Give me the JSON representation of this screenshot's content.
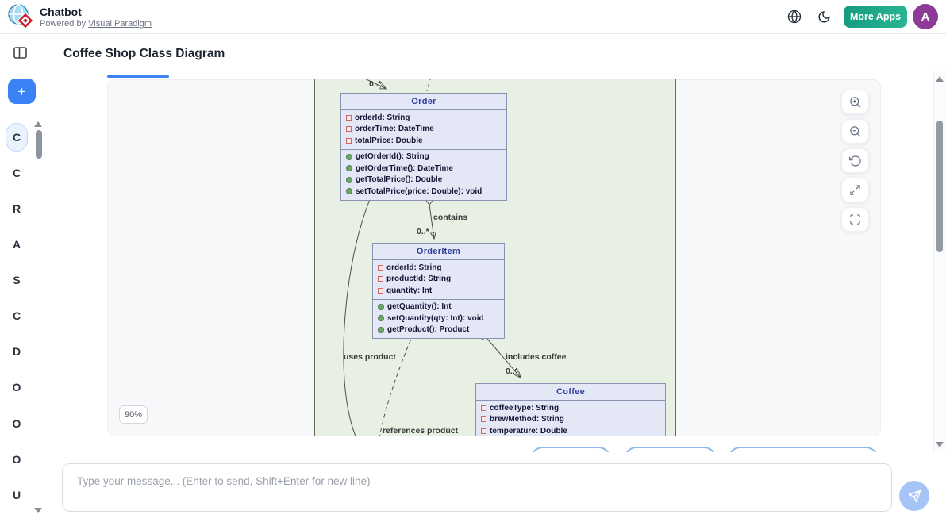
{
  "header": {
    "app_title": "Chatbot",
    "powered_by": "Powered by ",
    "powered_by_link": "Visual Paradigm",
    "more_apps_label": "More Apps",
    "avatar_initial": "A"
  },
  "toolbar": {
    "page_title": "Coffee Shop Class Diagram"
  },
  "sidebar": {
    "new_chat_label": "+",
    "items": [
      {
        "label": "C",
        "active": true
      },
      {
        "label": "C",
        "active": false
      },
      {
        "label": "R",
        "active": false
      },
      {
        "label": "A",
        "active": false
      },
      {
        "label": "S",
        "active": false
      },
      {
        "label": "C",
        "active": false
      },
      {
        "label": "D",
        "active": false
      },
      {
        "label": "O",
        "active": false
      },
      {
        "label": "O",
        "active": false
      },
      {
        "label": "O",
        "active": false
      },
      {
        "label": "U",
        "active": false
      }
    ]
  },
  "diagram": {
    "zoom_level": "90%",
    "classes": [
      {
        "name": "Order",
        "attributes": [
          "orderId: String",
          "orderTime: DateTime",
          "totalPrice: Double"
        ],
        "methods": [
          "getOrderId(): String",
          "getOrderTime(): DateTime",
          "getTotalPrice(): Double",
          "setTotalPrice(price: Double): void"
        ]
      },
      {
        "name": "OrderItem",
        "attributes": [
          "orderId: String",
          "productId: String",
          "quantity: Int"
        ],
        "methods": [
          "getQuantity(): Int",
          "setQuantity(qty: Int): void",
          "getProduct(): Product"
        ]
      },
      {
        "name": "Coffee",
        "attributes": [
          "coffeeType: String",
          "brewMethod: String",
          "temperature: Double"
        ],
        "methods": []
      }
    ],
    "labels": {
      "top_multiplicity": "0..*",
      "contains": "contains",
      "contains_multiplicity": "0..*",
      "uses_product": "uses product",
      "references_product": "references product",
      "includes_coffee": "includes coffee",
      "includes_multiplicity": "0..*"
    }
  },
  "composer": {
    "placeholder": "Type your message... (Enter to send, Shift+Enter for new line)"
  },
  "colors": {
    "accent_blue": "#3b82f6",
    "brand_green": "#17a589",
    "avatar_purple": "#8e3a97",
    "diagram_bg": "#e8efe3",
    "class_fill": "#e4e8f6",
    "class_border": "#8a92b2",
    "class_title": "#2f3f9f"
  }
}
